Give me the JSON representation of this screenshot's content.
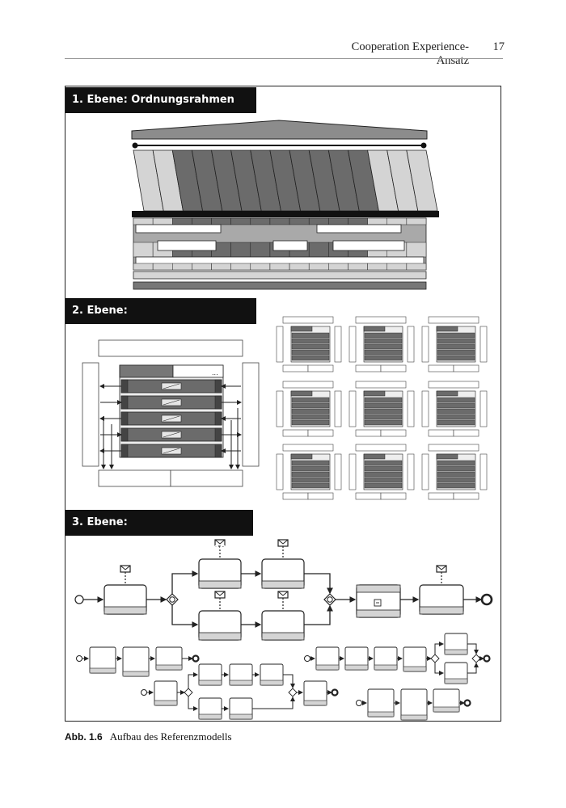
{
  "header": {
    "running_title": "Cooperation Experience-Ansatz",
    "page_number": "17"
  },
  "figure": {
    "level_titles": [
      "1. Ebene: Ordnungsrahmen",
      "2. Ebene: Kooperationsszenarien",
      "3. Ebene: Choreographiediagramme"
    ],
    "ellipsis": "...",
    "caption_label": "Abb. 1.6",
    "caption_text": "Aufbau des Referenzmodells"
  },
  "colors": {
    "dark_fill": "#6b6b6b",
    "mid_fill": "#a9a9a9",
    "light_fill": "#d4d4d4",
    "outline": "#222222"
  }
}
